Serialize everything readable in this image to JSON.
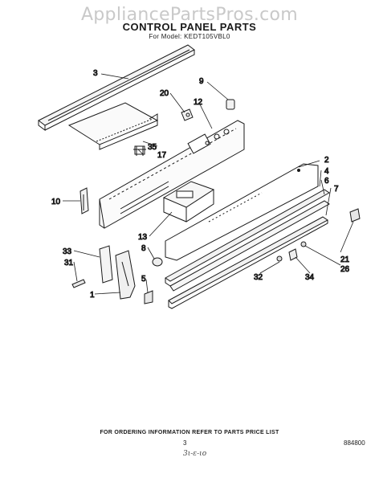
{
  "watermark": "AppliancePartsPros.com",
  "title": "CONTROL PANEL PARTS",
  "subtitle": "For Model: KEDT105VBL0",
  "callouts": {
    "c3": "3",
    "c9": "9",
    "c20": "20",
    "c12": "12",
    "c35": "35",
    "c17": "17",
    "c2": "2",
    "c4": "4",
    "c6": "6",
    "c7": "7",
    "c10": "10",
    "c13": "13",
    "c8": "8",
    "c33": "33",
    "c31": "31",
    "c5": "5",
    "c1": "1",
    "c21": "21",
    "c26": "26",
    "c34": "34",
    "c32": "32"
  },
  "footer": "FOR ORDERING INFORMATION REFER TO PARTS PRICE LIST",
  "page_number": "3",
  "document_number": "884800",
  "handwritten_note": "3ι-ε-ιο"
}
